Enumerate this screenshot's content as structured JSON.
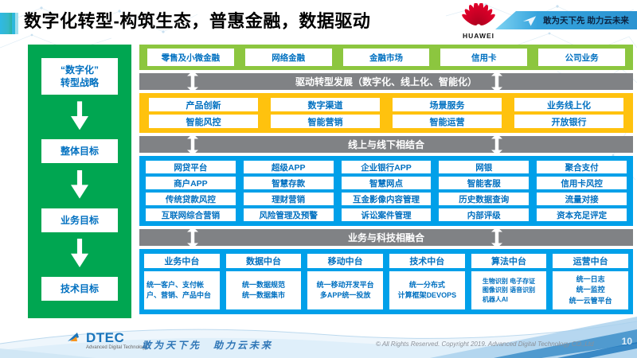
{
  "header": {
    "title": "数字化转型-构筑生态，普惠金融，数据驱动",
    "huawei_label": "HUAWEI",
    "banner_slogan": "敢为天下先 助力云未来"
  },
  "sidebar": {
    "items": [
      "“数字化”\n转型战略",
      "整体目标",
      "业务目标",
      "技术目标"
    ]
  },
  "top_row": [
    "零售及小微金融",
    "网络金融",
    "金融市场",
    "信用卡",
    "公司业务"
  ],
  "banners": {
    "drive": "驱动转型发展（数字化、线上化、智能化）",
    "online_offline": "线上与线下相结合",
    "tech_fusion": "业务与科技相融合"
  },
  "yellow_items": [
    "产品创新",
    "数字渠道",
    "场景服务",
    "业务线上化",
    "智能风控",
    "智能营销",
    "智能运营",
    "开放银行"
  ],
  "blue_items": [
    "网贷平台",
    "超级APP",
    "企业银行APP",
    "网银",
    "聚合支付",
    "商户APP",
    "智慧存款",
    "智慧网点",
    "智能客服",
    "信用卡风控",
    "传统贷款风控",
    "理财营销",
    "互金影像内容管理",
    "历史数据查询",
    "流量对接",
    "互联网综合营销",
    "风险管理及预警",
    "诉讼案件管理",
    "内部评级",
    "资本充足评定"
  ],
  "platforms": [
    {
      "header": "业务中台",
      "detail": "统一客户、支付帐户、营销、产品中台"
    },
    {
      "header": "数据中台",
      "detail": "统一数据规范\n统一数据集市"
    },
    {
      "header": "移动中台",
      "detail": "统一移动开发平台\n多APP统一投放"
    },
    {
      "header": "技术中台",
      "detail": "统一分布式\n计算框架DEVOPS"
    },
    {
      "header": "算法中台",
      "detail": "生物识别 电子存证\n图像识别 语音识别\n机器人AI"
    },
    {
      "header": "运营中台",
      "detail": "统一日志\n统一监控\n统一云管平台"
    }
  ],
  "footer": {
    "logo": "DTEC",
    "logo_sub": "Advanced Digital Technology",
    "slogan": "敢为天下先　助力云未来",
    "copyright": "© All Rights Reserved. Copyright 2019. Advanced Digital Technology CO.,Ltd",
    "page": "10"
  },
  "colors": {
    "sidebar_green": "#00a651",
    "top_row_green": "#8cc63f",
    "banner_gray": "#808285",
    "yellow": "#ffc20e",
    "blue": "#00a0e9",
    "box_text_blue": "#0070c0",
    "huawei_red": "#d50f28",
    "top_banner_blue": "#2b93d1"
  }
}
